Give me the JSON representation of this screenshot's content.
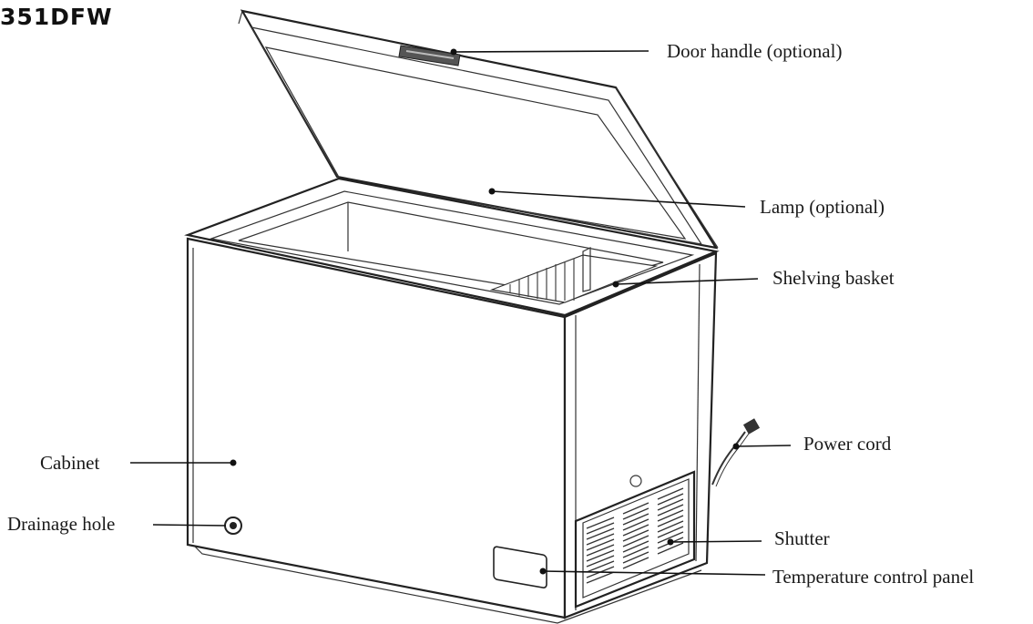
{
  "model": "351DFW",
  "labels": {
    "door_handle": "Door handle (optional)",
    "lamp": "Lamp (optional)",
    "shelving_basket": "Shelving basket",
    "power_cord": "Power cord",
    "cabinet": "Cabinet",
    "drainage_hole": "Drainage hole",
    "shutter": "Shutter",
    "temperature_control_panel": "Temperature control panel"
  }
}
